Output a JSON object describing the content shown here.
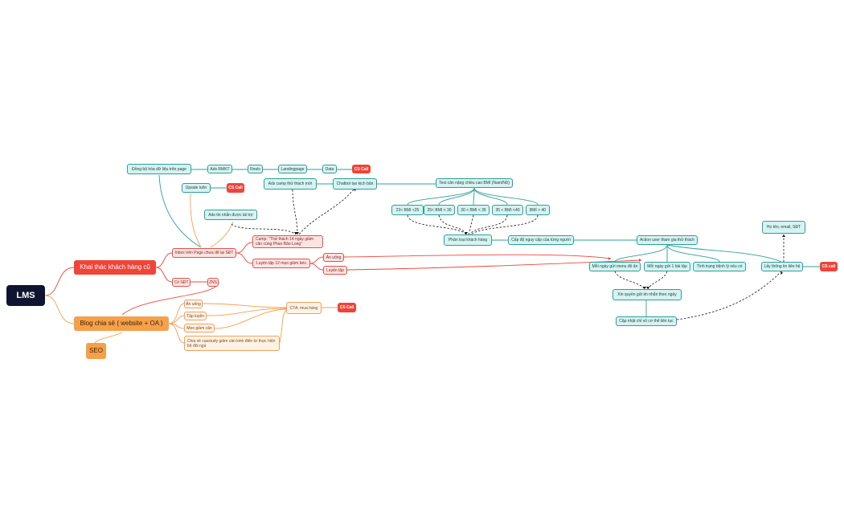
{
  "root": "LMS",
  "branch_khai_thac": "Khai thác khách hàng cũ",
  "branch_blog": "Blog chia sẻ ( website + OA )",
  "seo": "SEO",
  "inbox": "Inbox trên Page chưa để lại SĐT",
  "co_sdt": "Có SĐT",
  "zns": "ZNS",
  "camp_challenge": "Camp: \"Thử thách 14 ngày giảm cân cùng Phan Bảo Long\"",
  "luyen_tap_12": "Luyện tập 12 mẹo giảm béo",
  "an_uong": "Ăn uống",
  "luyen_tap": "Luyện tập",
  "upsale": "Upsale luôn",
  "ads_tin_nhan": "Ads tin nhắn được tái trợ",
  "dong_bo": "Đồng bộ hóa dữ liệu trên page",
  "ads_rmkt": "Ads RMKT",
  "reels": "Reels",
  "landingpage": "Landingpage",
  "data": "Data",
  "cs_call": "CS Call",
  "cs_call_lower": "CS call",
  "ads_camp": "Ads camp thử thách mới",
  "chatbot": "Chatbot tạo kịch bản",
  "test_bmi": "Test cân nặng chiều cao BMI (Nam/Nữ)",
  "bmi_levels": [
    "23< BMI <25",
    "25< BMI < 30",
    "30 < BMI < 35",
    "35 < BMI <40",
    "BMI > 40"
  ],
  "phan_loai": "Phân loại khách hàng",
  "cap_do": "Cấp độ nguy cấp của từng người",
  "action_user": "Action user tham gia thử thách",
  "moi_ngay_menu": "Mỗi ngày gửi menu đồ ăn",
  "moi_ngay_bai_tap": "Mỗi ngày gửi 1 bài tập",
  "tinh_trang": "Tình trạng bệnh lý nếu có",
  "lay_thong_tin": "Lấy thông tin liên hệ",
  "ho_ten": "Họ tên, email, SĐT",
  "xin_quyen": "Xin quyền gửi tin nhắn theo ngày",
  "cap_nhat": "Cập nhật chỉ số cơ thể liên tục",
  "blog_an_uong": "Ăn uống",
  "blog_tap_luyen": "Tập luyện",
  "blog_meo": "Mẹo giảm cân",
  "blog_case": "Chia sẻ casstudy giảm cân kinh điển từ thực hiện bộ đôi ngủ",
  "cta": "CTA: mua hàng"
}
